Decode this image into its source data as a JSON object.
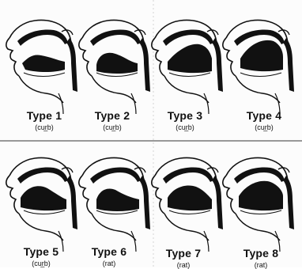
{
  "panels": [
    {
      "title": "Type 1",
      "sound": "(cur̲b)"
    },
    {
      "title": "Type 2",
      "sound": "(cur̲b)"
    },
    {
      "title": "Type 3",
      "sound": "(cur̲b)"
    },
    {
      "title": "Type 4",
      "sound": "(cur̲b)"
    },
    {
      "title": "Type 5",
      "sound": "(cur̲b)"
    },
    {
      "title": "Type 6",
      "sound": "(rat)"
    },
    {
      "title": "Type 7",
      "sound": "(rat)"
    },
    {
      "title": "Type 8",
      "sound": "(rat)"
    }
  ]
}
